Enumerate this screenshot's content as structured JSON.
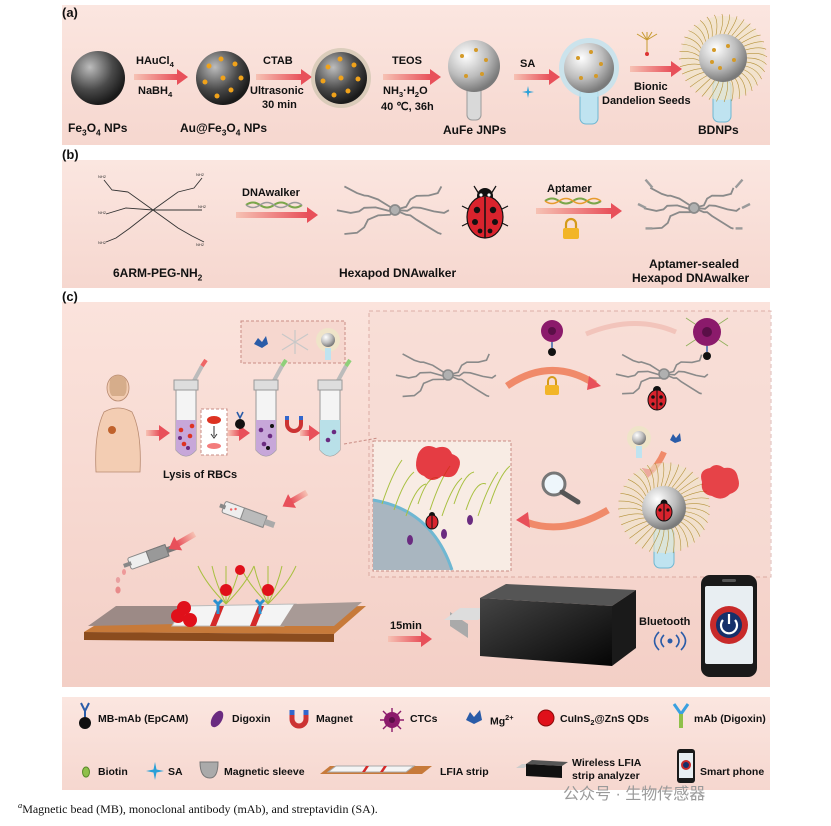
{
  "panels": {
    "a": {
      "label": "(a)",
      "step1": {
        "top": "HAuCl",
        "top_sub": "4",
        "bottom": "NaBH",
        "bottom_sub": "4"
      },
      "step2": {
        "top": "CTAB",
        "mid": "Ultrasonic",
        "bottom": "30 min"
      },
      "step3": {
        "top": "TEOS",
        "mid_a": "NH",
        "mid_sub1": "3",
        "mid_b": "·H",
        "mid_sub2": "2",
        "mid_c": "O",
        "bottom": "40 ℃, 36h"
      },
      "step4": {
        "top": "SA"
      },
      "step5": {
        "top": "Bionic",
        "bottom": "Dandelion Seeds"
      },
      "names": {
        "fe3o4_a": "Fe",
        "fe3o4_sub1": "3",
        "fe3o4_b": "O",
        "fe3o4_sub2": "4",
        "fe3o4_c": " NPs",
        "aufe_a": "Au@Fe",
        "aufe_sub1": "3",
        "aufe_b": "O",
        "aufe_sub2": "4",
        "aufe_c": " NPs",
        "janus": "AuFe JNPs",
        "bdnps": "BDNPs"
      }
    },
    "b": {
      "label": "(b)",
      "arrow1": "DNAwalker",
      "arrow2": "Aptamer",
      "names": {
        "peg_a": "6ARM-PEG-NH",
        "peg_sub": "2",
        "hexapod": "Hexapod DNAwalker",
        "sealed_1": "Aptamer-sealed",
        "sealed_2": "Hexapod DNAwalker"
      }
    },
    "c": {
      "label": "(c)",
      "lysis": "Lysis of RBCs",
      "time": "15min",
      "bluetooth": "Bluetooth"
    }
  },
  "legend": {
    "mb": "MB-mAb (EpCAM)",
    "digoxin": "Digoxin",
    "magnet": "Magnet",
    "ctcs": "CTCs",
    "mg_a": "Mg",
    "mg_sup": "2+",
    "qds_a": "CuInS",
    "qds_sub": "2",
    "qds_b": "@ZnS QDs",
    "mab": "mAb (Digoxin)",
    "biotin": "Biotin",
    "sa": "SA",
    "sleeve": "Magnetic sleeve",
    "lfia": "LFIA strip",
    "analyzer_1": "Wireless LFIA",
    "analyzer_2": "strip analyzer",
    "phone": "Smart phone"
  },
  "footnote": {
    "sup": "a",
    "text": "Magnetic bead (MB), monoclonal antibody (mAb), and streptavidin (SA)."
  },
  "watermark": "公众号 · 生物传感器",
  "colors": {
    "panel_bg": "#f6d7cf",
    "arrow": "#e8505a",
    "ladybug": "#d9232d",
    "ctc": "#8b1a6b",
    "qd": "#e0101a"
  }
}
